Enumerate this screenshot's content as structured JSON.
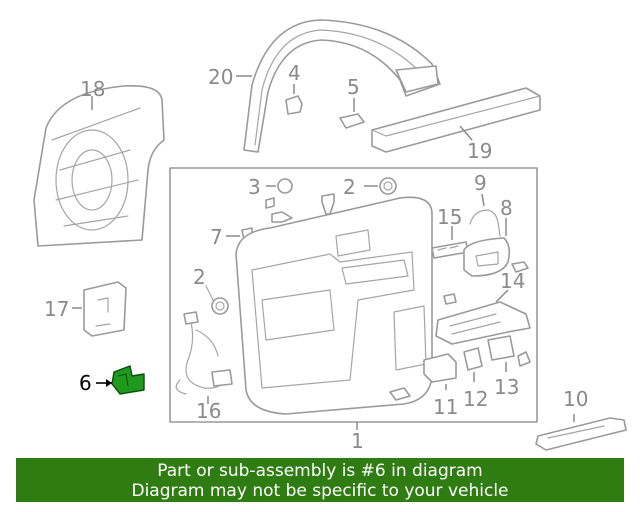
{
  "callouts": {
    "c1": "1",
    "c2a": "2",
    "c2b": "2",
    "c3": "3",
    "c4": "4",
    "c5": "5",
    "c6": "6",
    "c7": "7",
    "c8": "8",
    "c9": "9",
    "c10": "10",
    "c11": "11",
    "c12": "12",
    "c13": "13",
    "c14": "14",
    "c15": "15",
    "c16": "16",
    "c17": "17",
    "c18": "18",
    "c19": "19",
    "c20": "20"
  },
  "highlight": {
    "part": "6",
    "color": "#1f9a1f"
  },
  "banner": {
    "line1": "Part or sub-assembly is #6 in diagram",
    "line2": "Diagram may not be specific to your vehicle",
    "background": "#2f7d12"
  }
}
